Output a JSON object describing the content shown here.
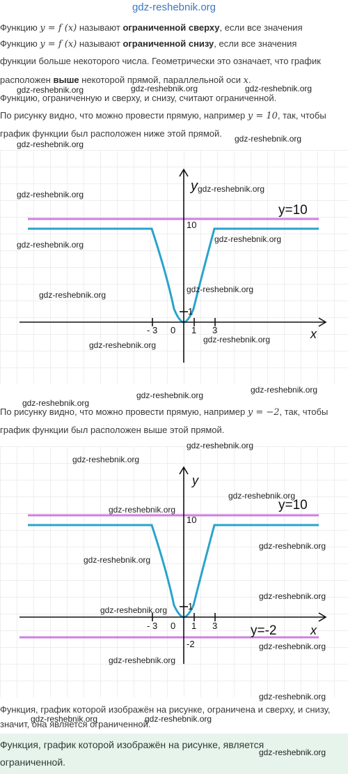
{
  "site_title": "gdz-reshebnik.org",
  "watermark": "gdz-reshebnik.org",
  "p1": {
    "pre": "Функцию ",
    "math": "y = f (x)",
    "mid": " называют ",
    "bold": "ограниченной сверху",
    "post": ", если все значения"
  },
  "p2": {
    "pre": "Функцию ",
    "math": "y = f (x)",
    "mid": " называют ",
    "bold": "ограниченной снизу",
    "post": ", если все значения"
  },
  "p3": "функции больше некоторого числа. Геометрически это означает, что график",
  "p4": {
    "pre": "расположен ",
    "bold": "выше",
    "post": " некоторой прямой, параллельной оси ",
    "math": "x",
    "end": "."
  },
  "p5": "Функцию, ограниченную и сверху, и снизу, считают ограниченной.",
  "p6": {
    "pre": "По рисунку видно, что можно провести прямую, например ",
    "math": "y = 10",
    "post": ", так, чтобы"
  },
  "p7": "график функции был расположен ниже этой прямой.",
  "p8": {
    "pre": "По рисунку видно, что можно провести прямую, например ",
    "math": "y = −2",
    "post": ", так, чтобы"
  },
  "p9": "график функции был расположен выше этой прямой.",
  "p10a": "Функция, график которой изображён на рисунке, ограничена и сверху, и снизу,",
  "p10b": "значит, она является ограниченной.",
  "conclusion_a": "Функция, график которой изображён на рисунке, является",
  "conclusion_b": "ограниченной.",
  "graph1": {
    "x_label": "x",
    "y_label": "y",
    "line_label": "y=10",
    "ticks_x": [
      "- 3",
      "0",
      "1",
      "3"
    ],
    "ticks_y": [
      "10",
      "1"
    ]
  },
  "graph2": {
    "x_label": "x",
    "y_label": "y",
    "line_label": "y=10",
    "low_line_label": "y=-2",
    "ticks_x": [
      "- 3",
      "0",
      "1",
      "3"
    ],
    "ticks_y": [
      "10",
      "1",
      "-2"
    ]
  },
  "colors": {
    "curve": "#29a3cc",
    "bound_line": "#d07fe0",
    "axis": "#111111",
    "site": "#3b78c2",
    "highlight": "#e6f4ec"
  }
}
